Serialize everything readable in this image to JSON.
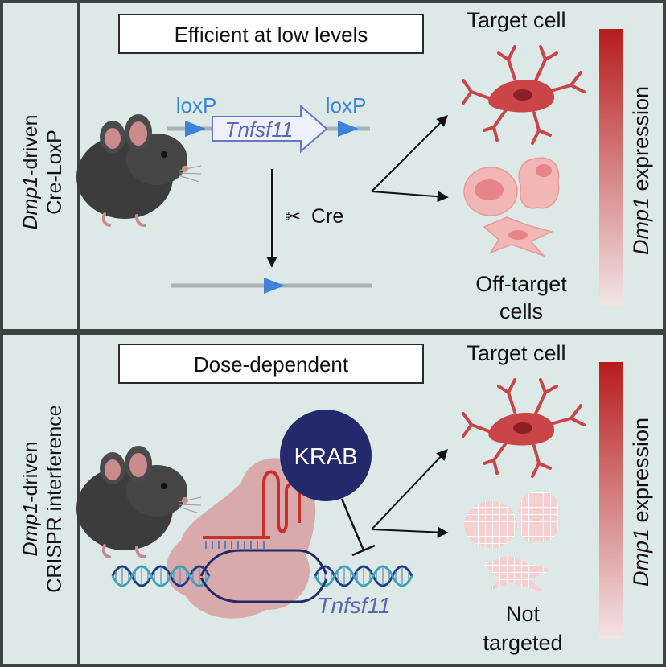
{
  "colors": {
    "frame": "#3a4542",
    "panel_bg": "#dce9e6",
    "label_bg": "#ffffff",
    "loxp_blue": "#3f83d8",
    "gene_text": "#5a67b0",
    "krab_navy": "#23296a",
    "cell_red": "#c5383a",
    "offtarget_pink": "#f2b6b4",
    "gradient_top": "#b71c1c",
    "gradient_bottom": "#f3e4e6",
    "dna_blue": "#1f3a8a",
    "dna_teal": "#3aa3b5"
  },
  "panels": [
    {
      "side_label_italic": "Dmp1",
      "side_label_rest": "-driven",
      "side_label_line2": "Cre-LoxP",
      "title": "Efficient at low levels",
      "loxp_left": "loxP",
      "loxp_right": "loxP",
      "gene": "Tnfsf11",
      "scissors_icon": "scissors-icon",
      "enzyme": "Cre",
      "target_label": "Target cell",
      "offtarget_line1": "Off-target",
      "offtarget_line2": "cells",
      "gradient_italic": "Dmp1",
      "gradient_rest": " expression"
    },
    {
      "side_label_italic": "Dmp1",
      "side_label_rest": "-driven",
      "side_label_line2": "CRISPR interference",
      "title": "Dose-dependent",
      "effector": "KRAB",
      "gene": "Tnfsf11",
      "target_label": "Target cell",
      "offtarget_line1": "Not",
      "offtarget_line2": "targeted",
      "gradient_italic": "Dmp1",
      "gradient_rest": " expression"
    }
  ]
}
